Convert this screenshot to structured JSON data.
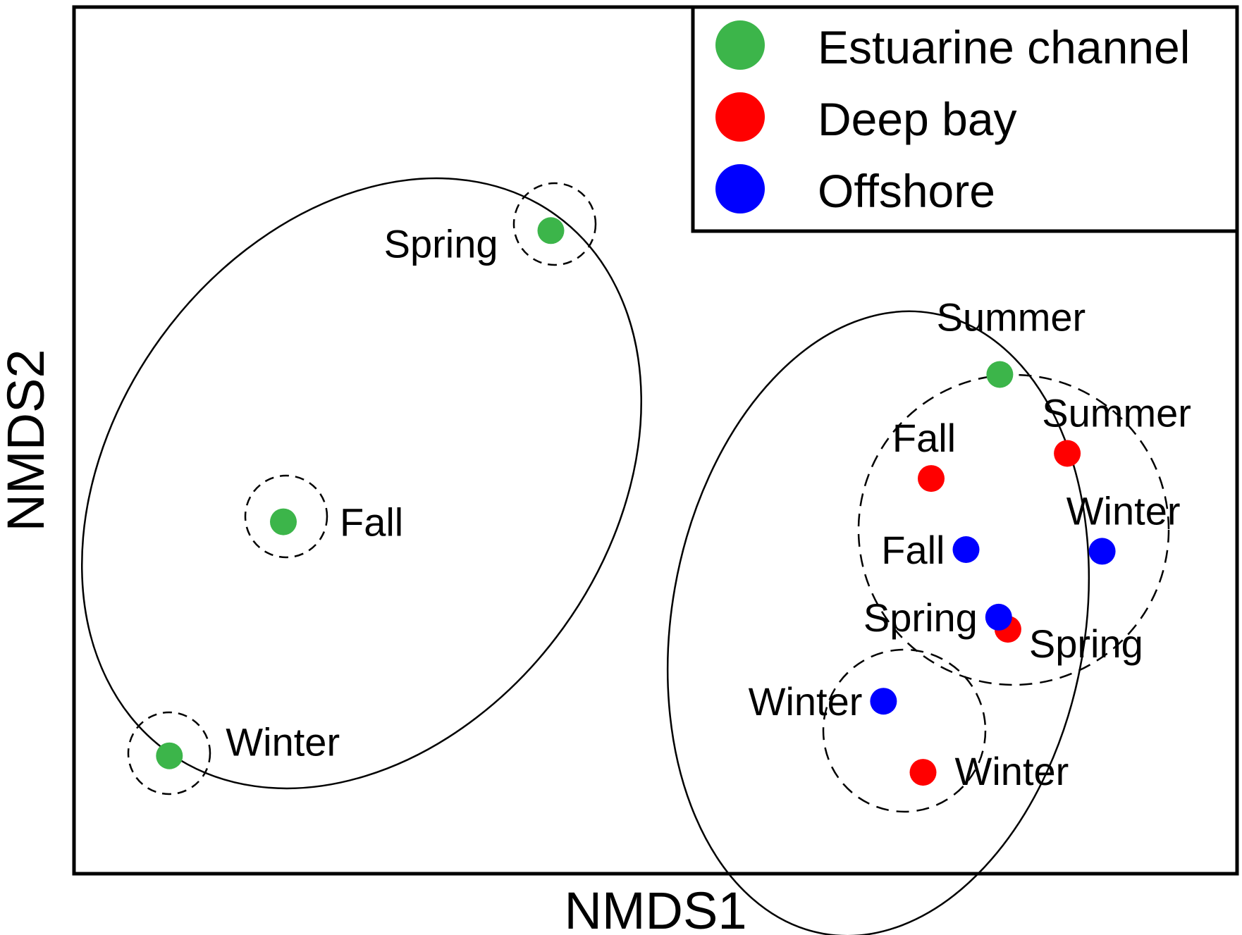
{
  "chart_data": {
    "type": "scatter",
    "title": "",
    "xlabel": "NMDS1",
    "ylabel": "NMDS2",
    "xlim": [
      0,
      100
    ],
    "ylim": [
      0,
      100
    ],
    "grid": false,
    "legend_position": "top-right",
    "series": [
      {
        "name": "Estuarine channel",
        "color": "#3cb54a",
        "points": [
          {
            "label": "Spring",
            "x": 41.0,
            "y": 74.2
          },
          {
            "label": "Fall",
            "x": 18.0,
            "y": 40.6
          },
          {
            "label": "Winter",
            "x": 8.2,
            "y": 13.6
          },
          {
            "label": "Summer",
            "x": 79.6,
            "y": 57.6
          }
        ]
      },
      {
        "name": "Deep bay",
        "color": "#ff0000",
        "points": [
          {
            "label": "Summer",
            "x": 85.4,
            "y": 48.5
          },
          {
            "label": "Fall",
            "x": 73.7,
            "y": 45.6
          },
          {
            "label": "Spring",
            "x": 80.3,
            "y": 28.2
          },
          {
            "label": "Winter",
            "x": 73.0,
            "y": 11.7
          }
        ]
      },
      {
        "name": "Offshore",
        "color": "#0000ff",
        "points": [
          {
            "label": "Fall",
            "x": 76.7,
            "y": 37.4
          },
          {
            "label": "Winter",
            "x": 88.4,
            "y": 37.2
          },
          {
            "label": "Spring",
            "x": 79.5,
            "y": 29.6
          },
          {
            "label": "Winter",
            "x": 69.6,
            "y": 19.9
          }
        ]
      }
    ]
  }
}
